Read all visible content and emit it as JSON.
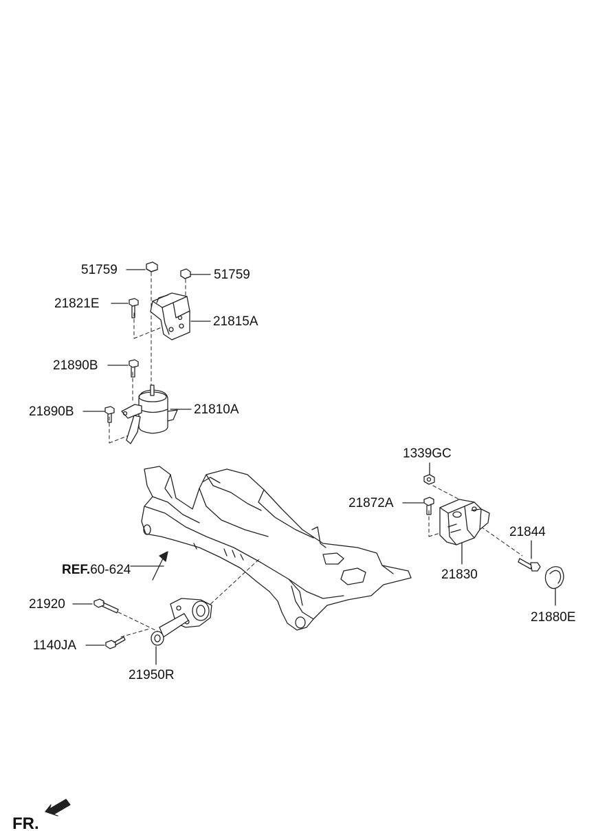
{
  "labels": {
    "p51759_a": "51759",
    "p51759_b": "51759",
    "p21821E": "21821E",
    "p21815A": "21815A",
    "p21890B_a": "21890B",
    "p21890B_b": "21890B",
    "p21810A": "21810A",
    "p1339GC": "1339GC",
    "p21872A": "21872A",
    "p21844": "21844",
    "p21830": "21830",
    "p21880E": "21880E",
    "p21920": "21920",
    "p1140JA": "1140JA",
    "p21950R": "21950R"
  },
  "reference": {
    "prefix": "REF.",
    "code": "60-624"
  },
  "orientation": {
    "label": "FR."
  }
}
